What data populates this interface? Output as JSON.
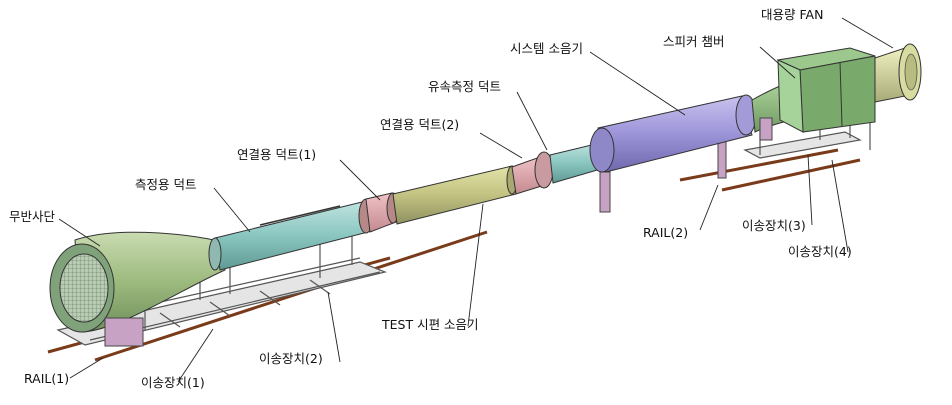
{
  "labels": {
    "fan": "대용량 FAN",
    "speaker_chamber": "스피커 챔버",
    "system_silencer": "시스템 소음기",
    "flow_duct": "유속측정 덕트",
    "connect_duct_2": "연결용 덕트(2)",
    "connect_duct_1": "연결용 덕트(1)",
    "measure_duct": "측정용 덕트",
    "anechoic_termination": "무반사단",
    "rail_1": "RAIL(1)",
    "rail_2": "RAIL(2)",
    "carrier_1": "이송장치(1)",
    "carrier_2": "이송장치(2)",
    "carrier_3": "이송장치(3)",
    "carrier_4": "이송장치(4)",
    "test_silencer": "TEST 시편 소음기"
  }
}
